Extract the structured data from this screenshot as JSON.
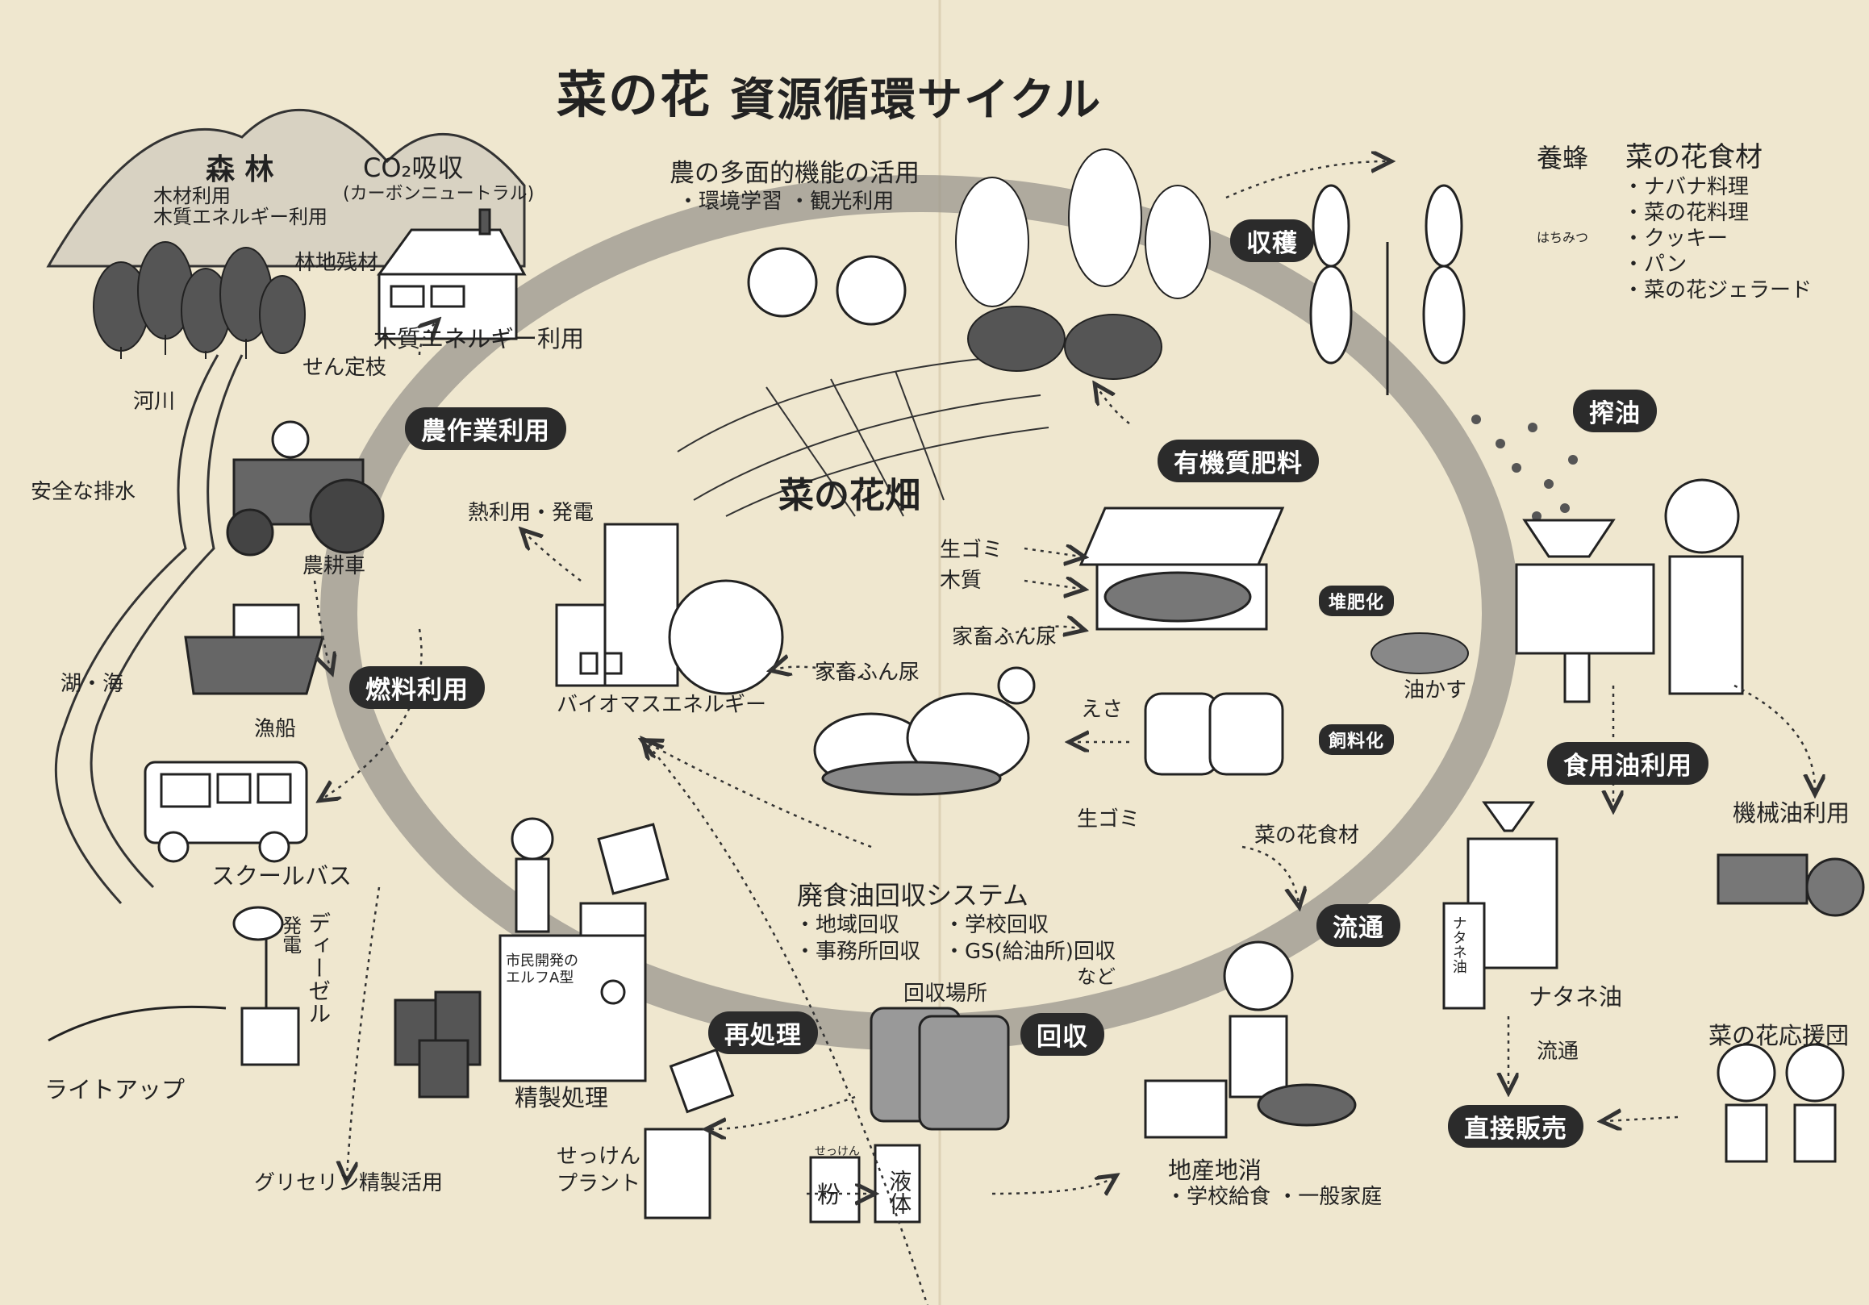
{
  "title": {
    "main": "菜の花",
    "sub": "資源循環サイクル"
  },
  "forest": {
    "title": "森 林",
    "items": [
      "木材利用",
      "木質エネルギー利用"
    ]
  },
  "co2": {
    "title": "CO₂吸収",
    "sub": "(カーボンニュートラル)"
  },
  "labels": {
    "forest_residue": "林地残材",
    "woody_energy": "木質エネルギー利用",
    "pruning": "せん定枝",
    "river": "河川",
    "safe_drain": "安全な排水",
    "tractor": "農耕車",
    "lake_sea": "湖・海",
    "fishing_boat": "漁船",
    "school_bus": "スクールバス",
    "diesel_gen": "ディーゼル",
    "diesel_gen2": "発電",
    "lightup": "ライトアップ",
    "glycerin": "グリセリン精製活用",
    "heat_power": "熱利用・発電",
    "biomass": "バイオマスエネルギー",
    "livestock_waste1": "家畜ふん尿",
    "livestock_waste2": "家畜ふん尿",
    "feed": "えさ",
    "raw_garbage1": "生ゴミ",
    "wood": "木質",
    "raw_garbage2": "生ゴミ",
    "oil_cake": "油かす",
    "canola_ingredients": "菜の花食材",
    "canola_field": "菜の花畑",
    "refinery_machine": "市民開発の\nエルフA型",
    "refining": "精製処理",
    "collection_place": "回収場所",
    "soap_plant": "せっけん\nプラント",
    "soap_small": "せっけん",
    "powder": "粉",
    "liquid": "液体",
    "local_consumption": "地産地消",
    "local_sub": "・学校給食 ・一般家庭",
    "rapeseed_oil": "ナタネ油",
    "bottle_label": "ナタネ油",
    "distribution_small": "流通",
    "machine_oil": "機械油利用",
    "supporters": "菜の花応援団",
    "honey": "はちみつ"
  },
  "agri": {
    "title": "農の多面的機能の活用",
    "items": "・環境学習 ・観光利用"
  },
  "food": {
    "beekeeping": "養蜂",
    "title": "菜の花食材",
    "items": [
      "・ナバナ料理",
      "・菜の花料理",
      "・クッキー",
      "・パン",
      "・菜の花ジェラード"
    ]
  },
  "waste_oil": {
    "title": "廃食油回収システム",
    "row1": [
      "・地域回収",
      "・学校回収"
    ],
    "row2": [
      "・事務所回収",
      "・GS(給油所)回収"
    ],
    "etc": "など"
  },
  "badges": {
    "harvest": "収穫",
    "press": "搾油",
    "farm_use": "農作業利用",
    "organic": "有機質肥料",
    "compost": "堆肥化",
    "feed_conv": "飼料化",
    "fuel": "燃料利用",
    "edible_oil": "食用油利用",
    "distribution": "流通",
    "reprocess": "再処理",
    "collect": "回収",
    "direct_sale": "直接販売"
  }
}
